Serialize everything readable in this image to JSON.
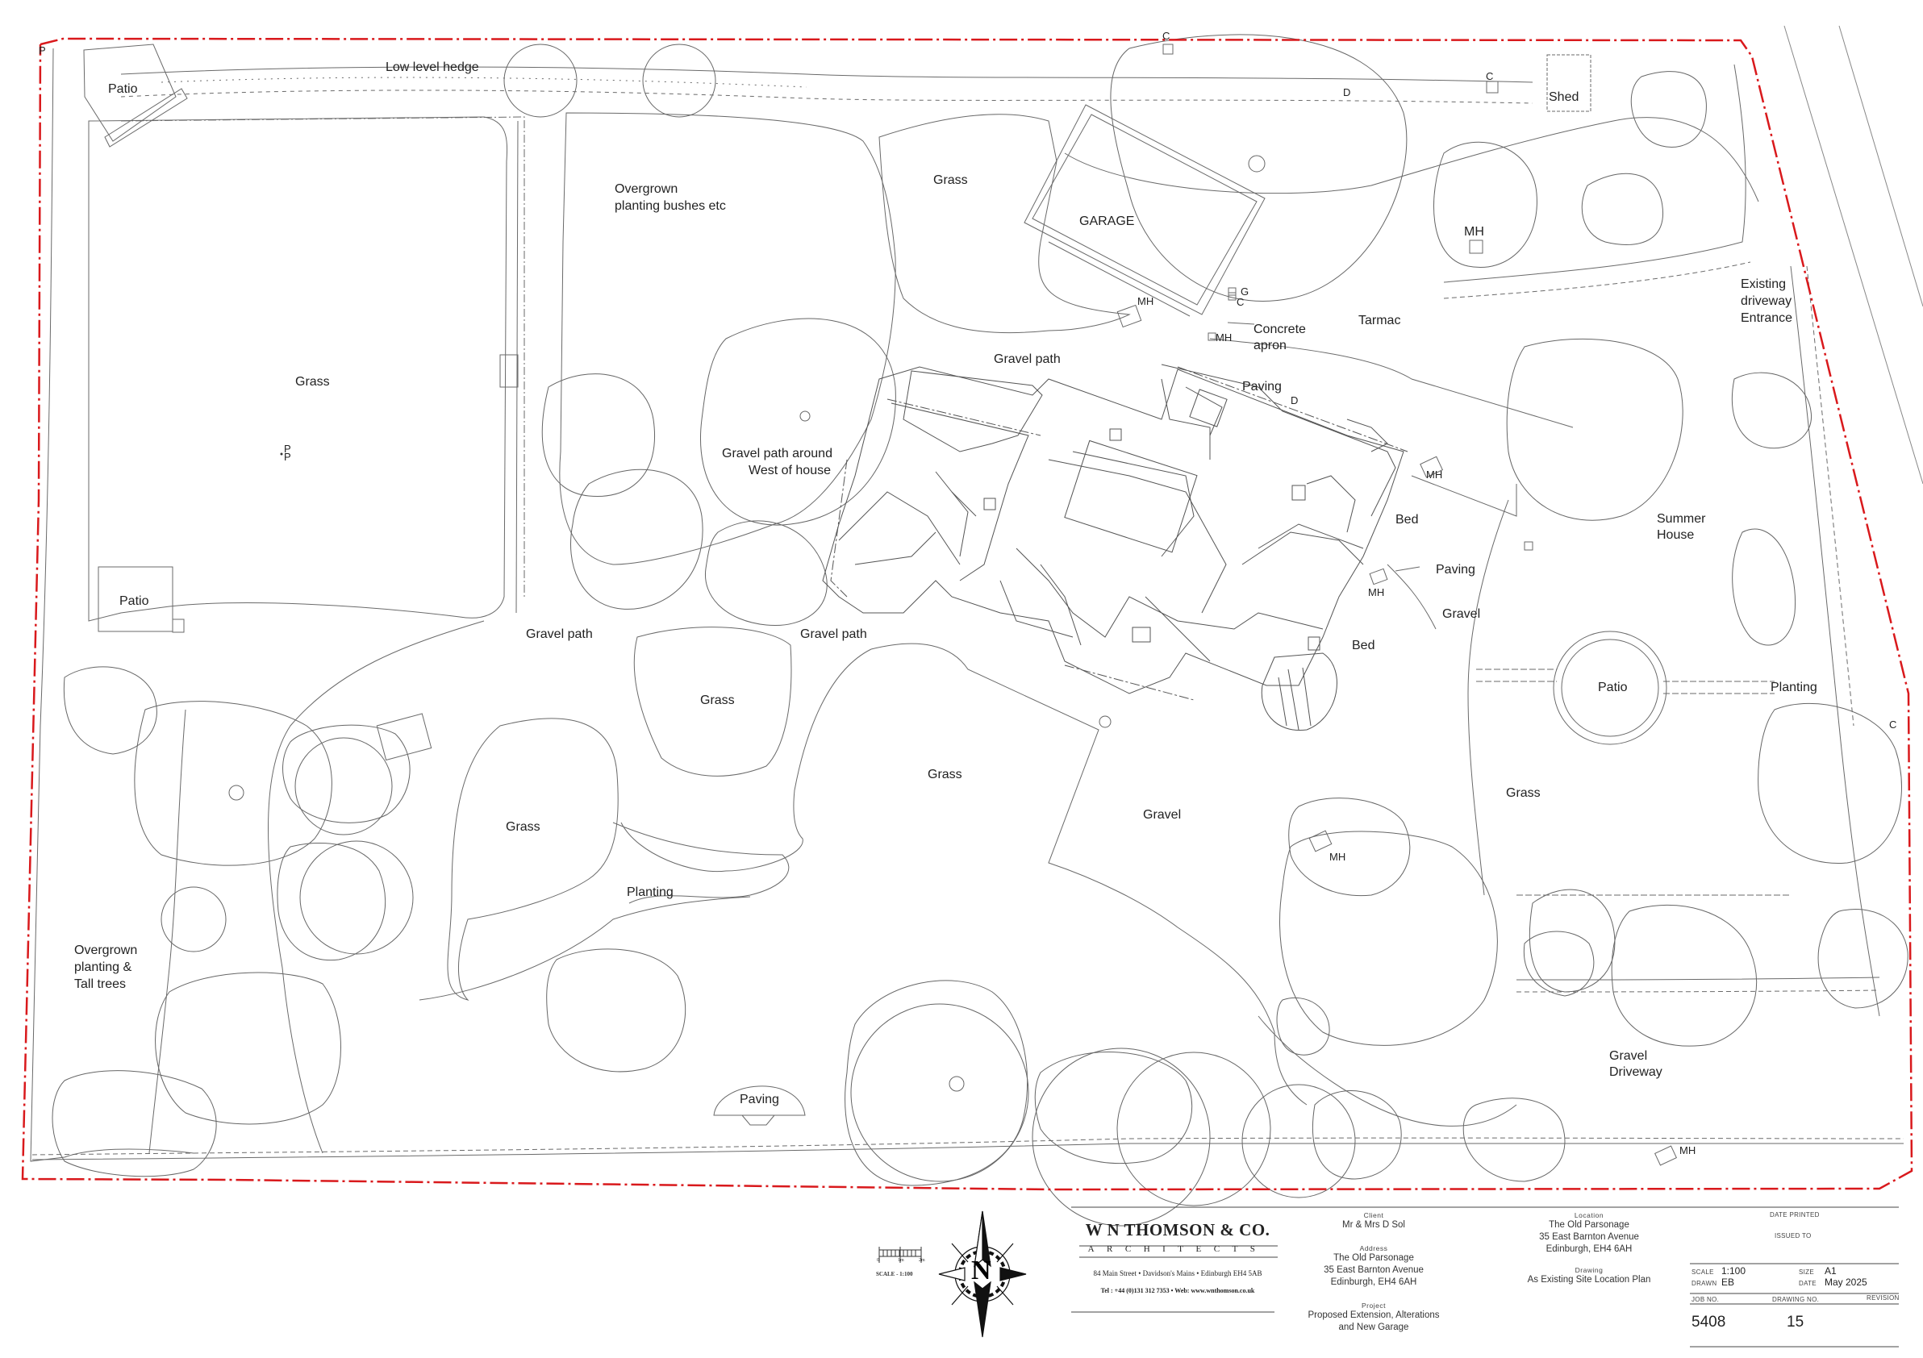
{
  "labels": {
    "p_corner": "P",
    "low_level_hedge": "Low level hedge",
    "patio_top_left": "Patio",
    "grass_left": "Grass",
    "p_marker_1": "P",
    "p_marker_2": "P",
    "patio_left": "Patio",
    "overgrown_planting": [
      "Overgrown",
      "planting bushes etc"
    ],
    "grass_garage": "Grass",
    "garage": "GARAGE",
    "mh_garage": "MH",
    "g_mark": "G",
    "c_mark_garage": "C",
    "mh_apron": "MH",
    "concrete_apron": [
      "Concrete",
      "apron"
    ],
    "tarmac": "Tarmac",
    "c_top": "C",
    "d_top": "D",
    "c_shed": "C",
    "shed": "Shed",
    "mh_right": "MH",
    "existing_driveway": [
      "Existing",
      "driveway",
      "Entrance"
    ],
    "gravel_path_top": "Gravel path",
    "paving_top": "Paving",
    "d_house": "D",
    "gravel_path_around": [
      "Gravel path around",
      "West of house"
    ],
    "mh_east": "MH",
    "bed_upper": "Bed",
    "paving_east": "Paving",
    "mh_east_2": "MH",
    "gravel_east": "Gravel",
    "bed_lower": "Bed",
    "summer_house": [
      "Summer",
      "House"
    ],
    "gravel_path_left": "Gravel path",
    "gravel_path_mid": "Gravel path",
    "grass_mid": "Grass",
    "patio_right": "Patio",
    "planting_right": "Planting",
    "c_right": "C",
    "grass_center": "Grass",
    "grass_lower_left": "Grass",
    "gravel_center": "Gravel",
    "grass_right": "Grass",
    "mh_lower": "MH",
    "planting_center": "Planting",
    "overgrown_tall": [
      "Overgrown",
      "planting &",
      "Tall trees"
    ],
    "gravel_driveway": [
      "Gravel",
      "Driveway"
    ],
    "paving_bottom": "Paving",
    "mh_bottom": "MH"
  },
  "scale_bar": {
    "ticks": [
      "0",
      "1m",
      "2m"
    ],
    "label": "SCALE - 1:100"
  },
  "north_arrow": {
    "letter": "N"
  },
  "firm": {
    "name": "W N THOMSON & CO.",
    "subtitle": "ARCHITECTS",
    "address": "84 Main Street • Davidson's Mains • Edinburgh  EH4 5AB",
    "contact": "Tel : +44 (0)131 312 7353 • Web: www.wnthomson.co.uk"
  },
  "title_block": {
    "client_heading": "Client",
    "client": "Mr & Mrs D Sol",
    "address_heading": "Address",
    "address": [
      "The Old Parsonage",
      "35 East Barnton Avenue",
      "Edinburgh, EH4 6AH"
    ],
    "project_heading": "Project",
    "project": [
      "Proposed Extension, Alterations",
      "and New Garage"
    ],
    "location_heading": "Location",
    "location": [
      "The Old Parsonage",
      "35 East Barnton Avenue",
      "Edinburgh, EH4 6AH"
    ],
    "drawing_heading": "Drawing",
    "drawing": "As Existing Site Location Plan",
    "date_printed_heading": "Date Printed",
    "issued_to_heading": "Issued to",
    "scale_heading": "Scale",
    "scale": "1:100",
    "size_heading": "Size",
    "size": "A1",
    "drawn_heading": "Drawn",
    "drawn": "EB",
    "date_heading": "Date",
    "date": "May 2025",
    "job_no_heading": "Job No.",
    "job_no": "5408",
    "drawing_no_heading": "Drawing No.",
    "drawing_no": "15",
    "revision_heading": "Revision"
  },
  "colors": {
    "boundary": "#d9191c",
    "linework": "#555555",
    "tree": "#666666"
  }
}
